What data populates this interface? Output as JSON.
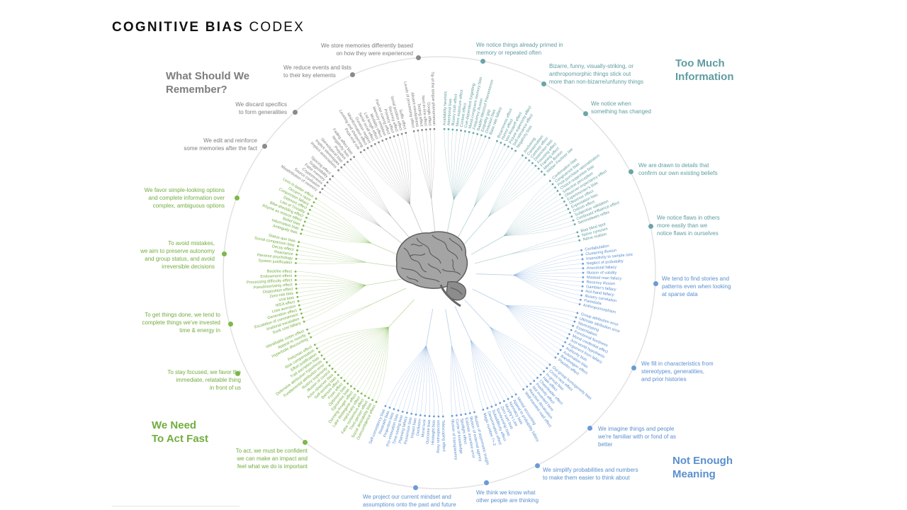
{
  "title": {
    "bold": "COGNITIVE BIAS",
    "light": "CODEX"
  },
  "colors": {
    "teal": "#6aa5a8",
    "blue": "#6a9bd6",
    "green": "#7db84a",
    "gray": "#8a8a8a"
  },
  "sections": [
    {
      "heading": "Too Much\nInformation",
      "color": "#5f9c9f",
      "groups": [
        {
          "label": "We notice things already primed in\nmemory or repeated often",
          "items": [
            "Availability heuristic",
            "Attentional bias",
            "Illusory truth effect",
            "Mere exposure effect",
            "Context effect",
            "Cue-dependent forgetting",
            "Mood-congruent memory bias",
            "Frequency illusion",
            "Baader-Meinhof Phenomenon",
            "Empathy gap",
            "Omission bias",
            "Base rate fallacy"
          ]
        },
        {
          "label": "Bizarre, funny, visually-striking, or\nanthropomorphic things stick out\nmore than non-bizarre/unfunny things",
          "items": [
            "Bizarreness effect",
            "Humor effect",
            "Von Restorff effect",
            "Picture superiority effect",
            "Self-relevance effect",
            "Negativity bias"
          ]
        },
        {
          "label": "We notice when\nsomething has changed",
          "items": [
            "Anchoring",
            "Conservatism",
            "Contrast effect",
            "Distinction bias",
            "Focusing effect",
            "Framing effect",
            "Money illusion",
            "Weber-Fechner law"
          ]
        },
        {
          "label": "We are drawn to details that\nconfirm our own existing beliefs",
          "items": [
            "Confirmation bias",
            "Congruence bias",
            "Post-purchase rationalization",
            "Choice-supportive bias",
            "Selective perception",
            "Observer-expectancy effect",
            "Experimenter's bias",
            "Observer effect",
            "Expectation bias",
            "Ostrich effect",
            "Subjective validation",
            "Continued influence effect",
            "Semmelweis reflex"
          ]
        },
        {
          "label": "We notice flaws in others\nmore easily than we\nnotice flaws in ourselves",
          "items": [
            "Bias blind spot",
            "Naïve cynicism",
            "Naïve realism"
          ]
        }
      ]
    },
    {
      "heading": "Not Enough\nMeaning",
      "color": "#5a8fcf",
      "groups": [
        {
          "label": "We tend to find stories and\npatterns even when looking\nat sparse data",
          "items": [
            "Confabulation",
            "Clustering illusion",
            "Insensitivity to sample size",
            "Neglect of probability",
            "Anecdotal fallacy",
            "Illusion of validity",
            "Masked man fallacy",
            "Recency illusion",
            "Gambler's fallacy",
            "Hot-hand fallacy",
            "Illusory correlation",
            "Pareidolia",
            "Anthropomorphism"
          ]
        },
        {
          "label": "We fill in characteristics from\nstereotypes, generalities,\nand prior histories",
          "items": [
            "Group attribution error",
            "Ultimate attribution error",
            "Stereotyping",
            "Essentialism",
            "Functional fixedness",
            "Moral credential effect",
            "Just-world hypothesis",
            "Argument from fallacy",
            "Authority bias",
            "Automation bias",
            "Bandwagon effect",
            "Placebo effect"
          ]
        },
        {
          "label": "We imagine things and people\nwe're familiar with or fond of as\nbetter",
          "items": [
            "Out-group homogeneity bias",
            "Cross-race effect",
            "In-group bias",
            "Halo effect",
            "Cheerleader effect",
            "Positivity effect",
            "Not invented here",
            "Reactive devaluation",
            "Well-traveled road effect"
          ]
        },
        {
          "label": "We simplify probabilities and numbers\nto make them easier to think about",
          "items": [
            "Mental accounting",
            "Appeal to probability fallacy",
            "Normalcy bias",
            "Murphy's Law",
            "Zero sum bias",
            "Survivorship bias",
            "Subadditivity effect",
            "Denomination effect",
            "Magic number 7+-2"
          ]
        },
        {
          "label": "We think we know what\nother people are thinking",
          "items": [
            "Illusion of asymmetric insight",
            "Illusion of external agency",
            "Extrinsic incentive error",
            "Spotlight effect",
            "Curse of knowledge",
            "Illusion of transparency"
          ]
        },
        {
          "label": "We project our current mindset and\nassumptions onto the past and future",
          "items": [
            "Telescoping effect",
            "Rosy retrospection",
            "Hindsight bias",
            "Outcome bias",
            "Moral luck",
            "Declinism",
            "Impact bias",
            "Pessimism bias",
            "Planning fallacy",
            "Time-saving bias",
            "Pro-innovation bias",
            "Projection bias",
            "Restraint bias",
            "Self-consistency bias"
          ]
        }
      ]
    },
    {
      "heading": "We Need\nTo Act Fast",
      "color": "#72ad3f",
      "groups": [
        {
          "label": "To act, we must be confident\nwe can make an impact and\nfeel what we do is important",
          "items": [
            "Overconfidence effect",
            "Social desirability bias",
            "Third-person effect",
            "False consensus effect",
            "Hard-easy effect",
            "Lake Wobegone effect",
            "Dunning-Kruger effect",
            "Egocentric bias",
            "Optimism bias",
            "Forer effect",
            "Barnum effect",
            "Self-serving bias",
            "Actor-observer bias",
            "Illusion of control",
            "Illusory superiority",
            "Fundamental attribution error",
            "Defensive attribution hypothesis",
            "Trait ascription bias",
            "Effort justification",
            "Risk compensation",
            "Peltzman effect"
          ]
        },
        {
          "label": "To stay focused, we favor the\nimmediate, relatable thing\nin front of us",
          "items": [
            "Hyperbolic discounting",
            "Appeal to novelty",
            "Identifiable victim effect"
          ]
        },
        {
          "label": "To get things done, we tend to\ncomplete things we've invested\ntime & energy in",
          "items": [
            "Sunk cost fallacy",
            "Irrational escalation",
            "Escalation of commitment",
            "Generation effect",
            "Loss aversion",
            "IKEA effect",
            "Unit bias",
            "Zero-risk bias",
            "Disposition effect",
            "Pseudocertainty effect",
            "Processing difficulty effect",
            "Endowment effect",
            "Backfire effect"
          ]
        },
        {
          "label": "To avoid mistakes,\nwe aim to preserve autonomy\nand group status, and avoid\nirreversible decisions",
          "items": [
            "System justification",
            "Reverse psychology",
            "Reactance",
            "Decoy effect",
            "Social comparison bias",
            "Status quo bias"
          ]
        },
        {
          "label": "We favor simple-looking options\nand complete information over\ncomplex, ambiguous options",
          "items": [
            "Ambiguity bias",
            "Information bias",
            "Belief bias",
            "Rhyme as reason effect",
            "Bike-shedding effect",
            "Law of Triviality",
            "Delmore effect",
            "Conjunction fallacy",
            "Occam's razor",
            "Less-is-better effect"
          ]
        }
      ]
    },
    {
      "heading": "What Should We\nRemember?",
      "color": "#7d7d7d",
      "groups": [
        {
          "label": "We edit and reinforce\nsome memories after the fact",
          "items": [
            "Misattribution of memory",
            "Source confusion",
            "Cryptomnesia",
            "False memory",
            "Suggestibility",
            "Spacing effect"
          ]
        },
        {
          "label": "We discard specifics\nto form generalities",
          "items": [
            "Implicit associations",
            "Implicit stereotypes",
            "Stereotypical bias",
            "Prejudice",
            "Negativity bias",
            "Fading affect bias"
          ]
        },
        {
          "label": "We reduce events and lists\nto their key elements",
          "items": [
            "Peak-end rule",
            "Leveling and sharpening",
            "Misinformation effect",
            "Duration neglect",
            "Serial recall effect",
            "List-length effect",
            "Modality effect",
            "Memory inhibition",
            "Part-list cueing effect",
            "Primacy effect",
            "Recency effect",
            "Serial position effect",
            "Suffix effect"
          ]
        },
        {
          "label": "We store memories differently based\non how they were experienced",
          "items": [
            "Levels of processing effect",
            "Absent-mindedness",
            "Testing effect",
            "Next-in-line effect",
            "Google effect",
            "Tip of the tongue phenomenon"
          ]
        }
      ]
    }
  ]
}
